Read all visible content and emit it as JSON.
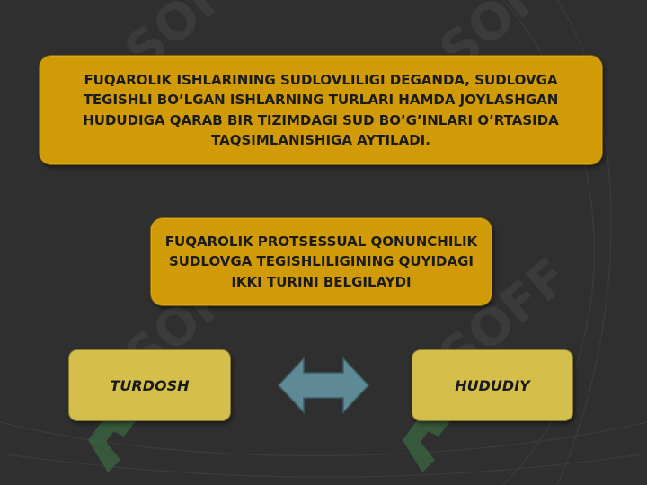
{
  "colors": {
    "background": "#2f2f2f",
    "box_dark": "#d09b06",
    "box_light": "#d4bf4c",
    "arrow": "#5e8a96",
    "watermark": "#3f7a46"
  },
  "diagram": {
    "definition_text": "FUQAROLIK ISHLARINING SUDLOVLILIGI DEGANDA, SUDLOVGA TEGISHLI BO’LGAN ISHLARNING TURLARI HAMDA JOYLASHGAN HUDUDIGA QARAB BIR TIZIMDAGI SUD BO’G’INLARI O’RTASIDA TAQSIMLANISHIGA AYTILADI.",
    "middle_text": "FUQAROLIK PROTSESSUAL QONUNCHILIK SUDLOVGA TEGISHLILIGINING QUYIDAGI IKKI TURINI BELGILAYDI",
    "left_label": "TURDOSH",
    "right_label": "HUDUDIY",
    "arrow_icon": "double-headed-arrow"
  },
  "watermark": {
    "text": "SOFF"
  }
}
